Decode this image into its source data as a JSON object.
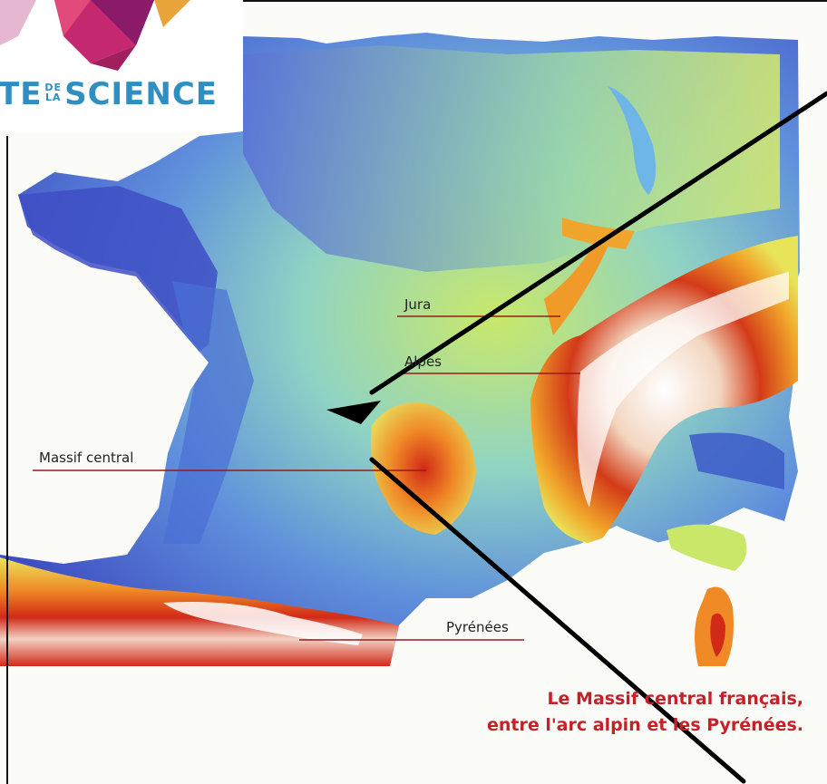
{
  "logo": {
    "text_left": "TE",
    "small_top": "DE",
    "small_bottom": "LA",
    "text_right": "SCIENCE",
    "colors": [
      "#8b1a6b",
      "#c4286f",
      "#e8a33a",
      "#2f8fc2"
    ]
  },
  "map": {
    "labels": {
      "jura": "Jura",
      "alpes": "Alpes",
      "massif_central": "Massif central",
      "pyrenees": "Pyrénées"
    },
    "caption": {
      "line1": "Le Massif central français,",
      "line2": "entre l'arc alpin et les Pyrénées."
    },
    "colors": {
      "lowland": "#3f55c8",
      "plain": "#6fb0e8",
      "mid": "#c9e86a",
      "hill": "#f1b12e",
      "mountain": "#d12a17",
      "peak": "#ffffff",
      "sea": "#fbfbf8",
      "leader_line": "#9a1b1b",
      "caption": "#c62128"
    }
  }
}
